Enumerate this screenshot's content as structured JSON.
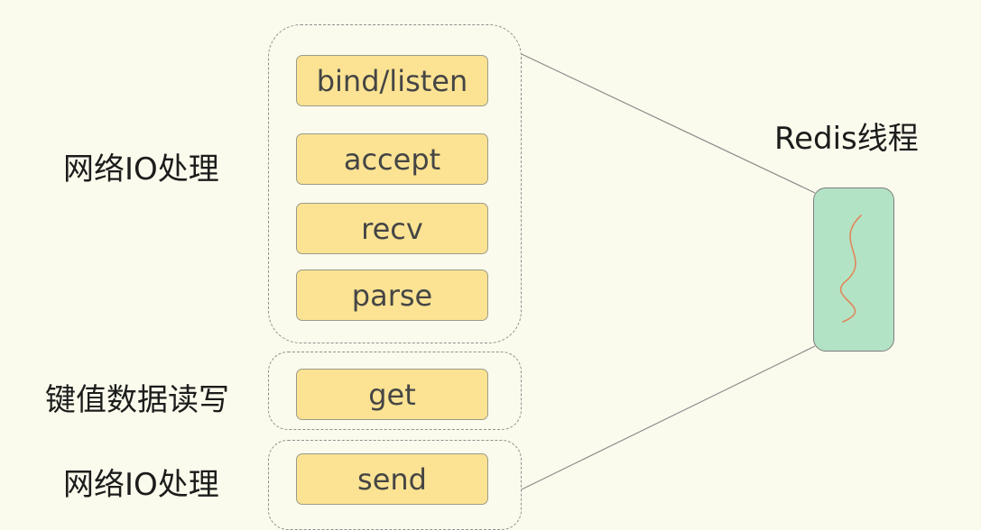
{
  "diagram": {
    "side_labels": {
      "network_io_top": "网络IO处理",
      "kv_rw": "键值数据读写",
      "network_io_bottom": "网络IO处理"
    },
    "steps": {
      "bind_listen": "bind/listen",
      "accept": "accept",
      "recv": "recv",
      "parse": "parse",
      "get": "get",
      "send": "send"
    },
    "thread": {
      "title": "Redis线程"
    },
    "colors": {
      "background": "#fbfbed",
      "step_fill": "#fbe393",
      "thread_fill": "#b3e3c5",
      "thread_wave": "#e0875a",
      "connector": "#8a8a8a"
    }
  }
}
